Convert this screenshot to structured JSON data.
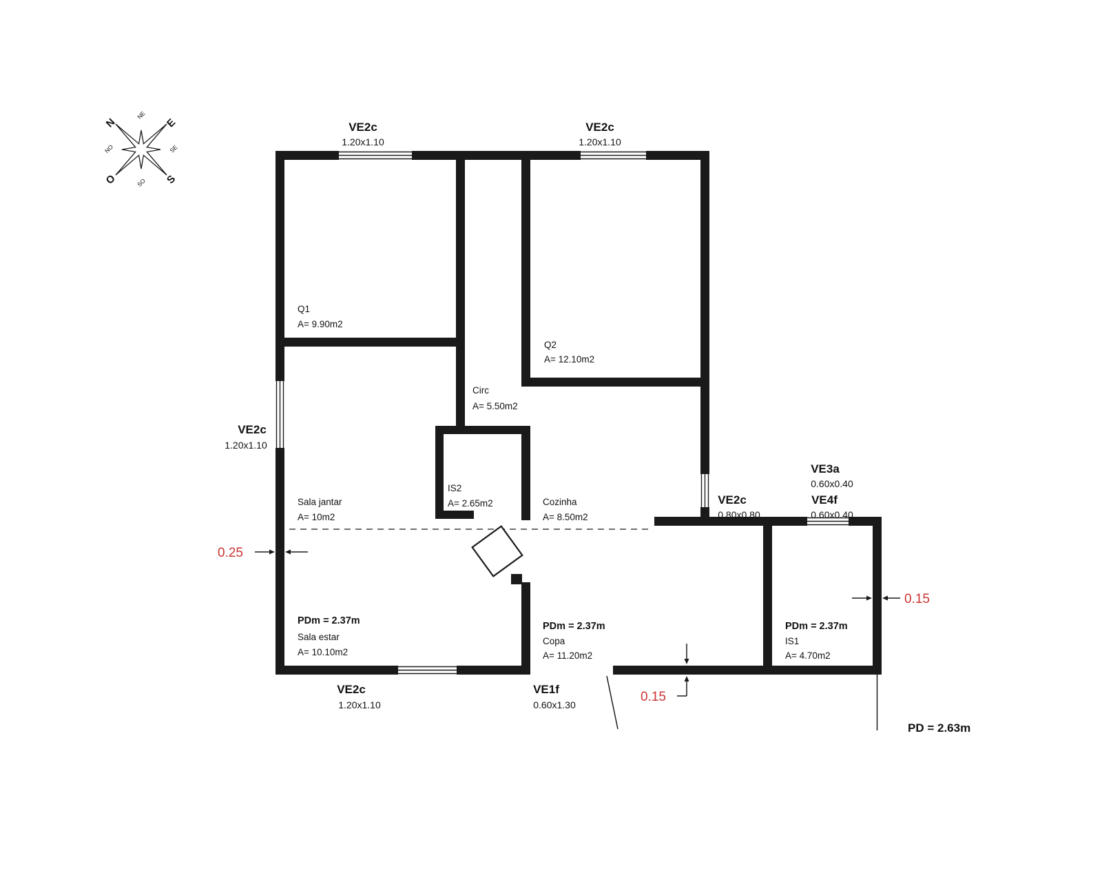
{
  "colors": {
    "wall": "#1a1a1a",
    "dim_red": "#cc3333",
    "background": "#ffffff"
  },
  "compass": {
    "n": "N",
    "e": "E",
    "s": "S",
    "o": "O",
    "ne": "NE",
    "se": "SE",
    "so": "SO",
    "no": "NO"
  },
  "windows": {
    "top_left": {
      "name": "VE2c",
      "size": "1.20x1.10"
    },
    "top_right": {
      "name": "VE2c",
      "size": "1.20x1.10"
    },
    "left": {
      "name": "VE2c",
      "size": "1.20x1.10"
    },
    "bottom": {
      "name": "VE2c",
      "size": "1.20x1.10"
    },
    "door_bottom": {
      "name": "VE1f",
      "size": "0.60x1.30"
    },
    "kitchen_east": {
      "name": "VE2c",
      "size": "0.80x0.80"
    },
    "is1_a": {
      "name": "VE3a",
      "size": "0.60x0.40"
    },
    "is1_b": {
      "name": "VE4f",
      "size": "0.60x0.40"
    }
  },
  "rooms": {
    "q1": {
      "name": "Q1",
      "area": "A= 9.90m2"
    },
    "q2": {
      "name": "Q2",
      "area": "A= 12.10m2"
    },
    "circ": {
      "name": "Circ",
      "area": "A= 5.50m2"
    },
    "is2": {
      "name": "IS2",
      "area": "A= 2.65m2"
    },
    "sala_jantar": {
      "name": "Sala jantar",
      "area": "A= 10m2"
    },
    "cozinha": {
      "name": "Cozinha",
      "area": "A= 8.50m2"
    },
    "sala_estar": {
      "name": "Sala estar",
      "area": "A= 10.10m2",
      "pdm": "PDm = 2.37m"
    },
    "copa": {
      "name": "Copa",
      "area": "A= 11.20m2",
      "pdm": "PDm = 2.37m"
    },
    "is1": {
      "name": "IS1",
      "area": "A= 4.70m2",
      "pdm": "PDm = 2.37m"
    }
  },
  "dimensions": {
    "wall_left": "0.25",
    "wall_bottom": "0.15",
    "wall_right": "0.15",
    "ceiling_height": "PD = 2.63m"
  }
}
